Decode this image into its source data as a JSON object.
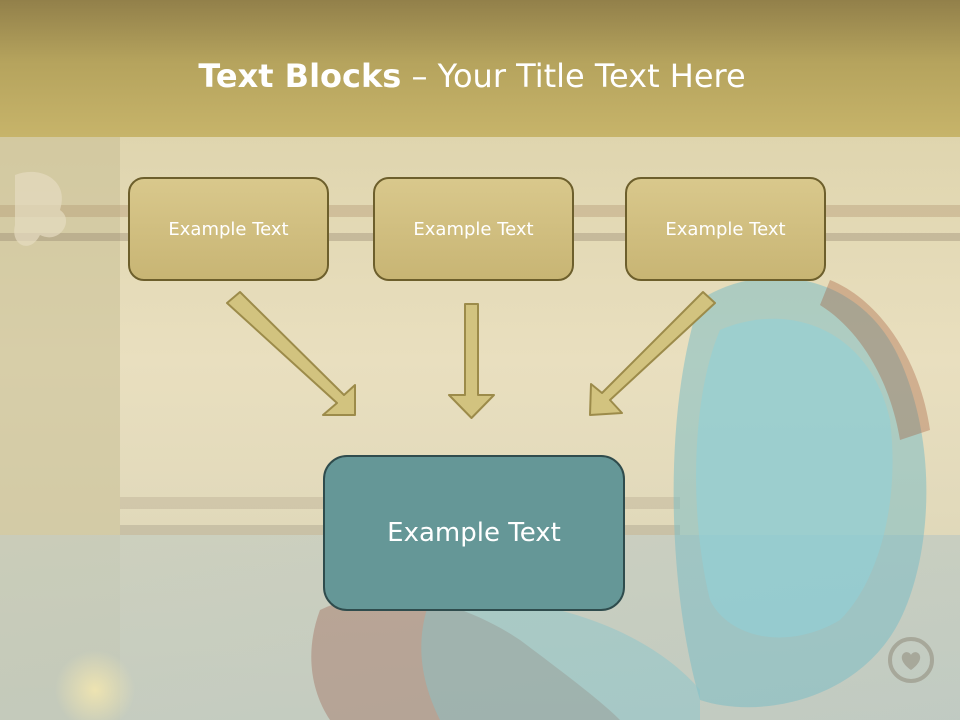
{
  "title": {
    "bold": "Text Blocks",
    "separator": " – ",
    "rest": "Your Title Text Here"
  },
  "boxes": {
    "left": "Example Text",
    "center": "Example Text",
    "right": "Example Text",
    "bottom": "Example Text"
  },
  "icons": {
    "arrow": "arrow-down-icon",
    "logo": "heart-circle-logo-icon"
  },
  "colors": {
    "title_bar": "#b5a35d",
    "small_box_fill": "#d1bf80",
    "small_box_border": "#6d5f2c",
    "bottom_box_fill": "#659797",
    "bottom_box_border": "#2f4c4d",
    "arrow_fill": "#d2c37f",
    "arrow_stroke": "#9c8b4a"
  }
}
